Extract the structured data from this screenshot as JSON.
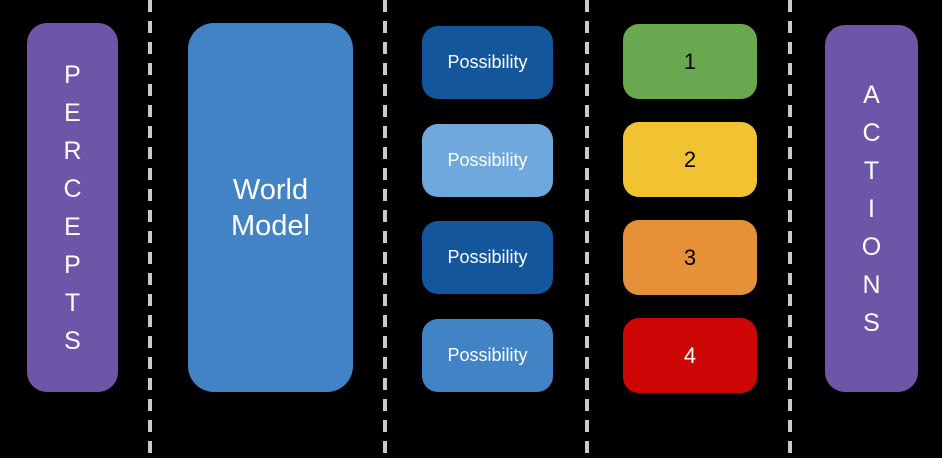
{
  "diagram": {
    "background_color": "#000000",
    "divider_color": "#cacaca",
    "percepts": {
      "label": "PERCEPTS",
      "letters": [
        "P",
        "E",
        "R",
        "C",
        "E",
        "P",
        "T",
        "S"
      ],
      "color": "#6d55a8",
      "text_color": "#ffffff"
    },
    "world_model": {
      "label": "World\nModel",
      "color": "#4183c4",
      "text_color": "#ffffff"
    },
    "possibilities": [
      {
        "label": "Possibility",
        "color": "#14569b",
        "text_color": "#ffffff"
      },
      {
        "label": "Possibility",
        "color": "#6fa8dc",
        "text_color": "#ffffff"
      },
      {
        "label": "Possibility",
        "color": "#14569b",
        "text_color": "#ffffff"
      },
      {
        "label": "Possibility",
        "color": "#4183c4",
        "text_color": "#ffffff"
      }
    ],
    "rankings": [
      {
        "label": "1",
        "color": "#6aa84f",
        "text_color": "#000000"
      },
      {
        "label": "2",
        "color": "#f1c232",
        "text_color": "#000000"
      },
      {
        "label": "3",
        "color": "#e69138",
        "text_color": "#000000"
      },
      {
        "label": "4",
        "color": "#cd0606",
        "text_color": "#ffffff"
      }
    ],
    "actions": {
      "label": "ACTIONS",
      "letters": [
        "A",
        "C",
        "T",
        "I",
        "O",
        "N",
        "S"
      ],
      "color": "#6d55a8",
      "text_color": "#ffffff"
    }
  }
}
